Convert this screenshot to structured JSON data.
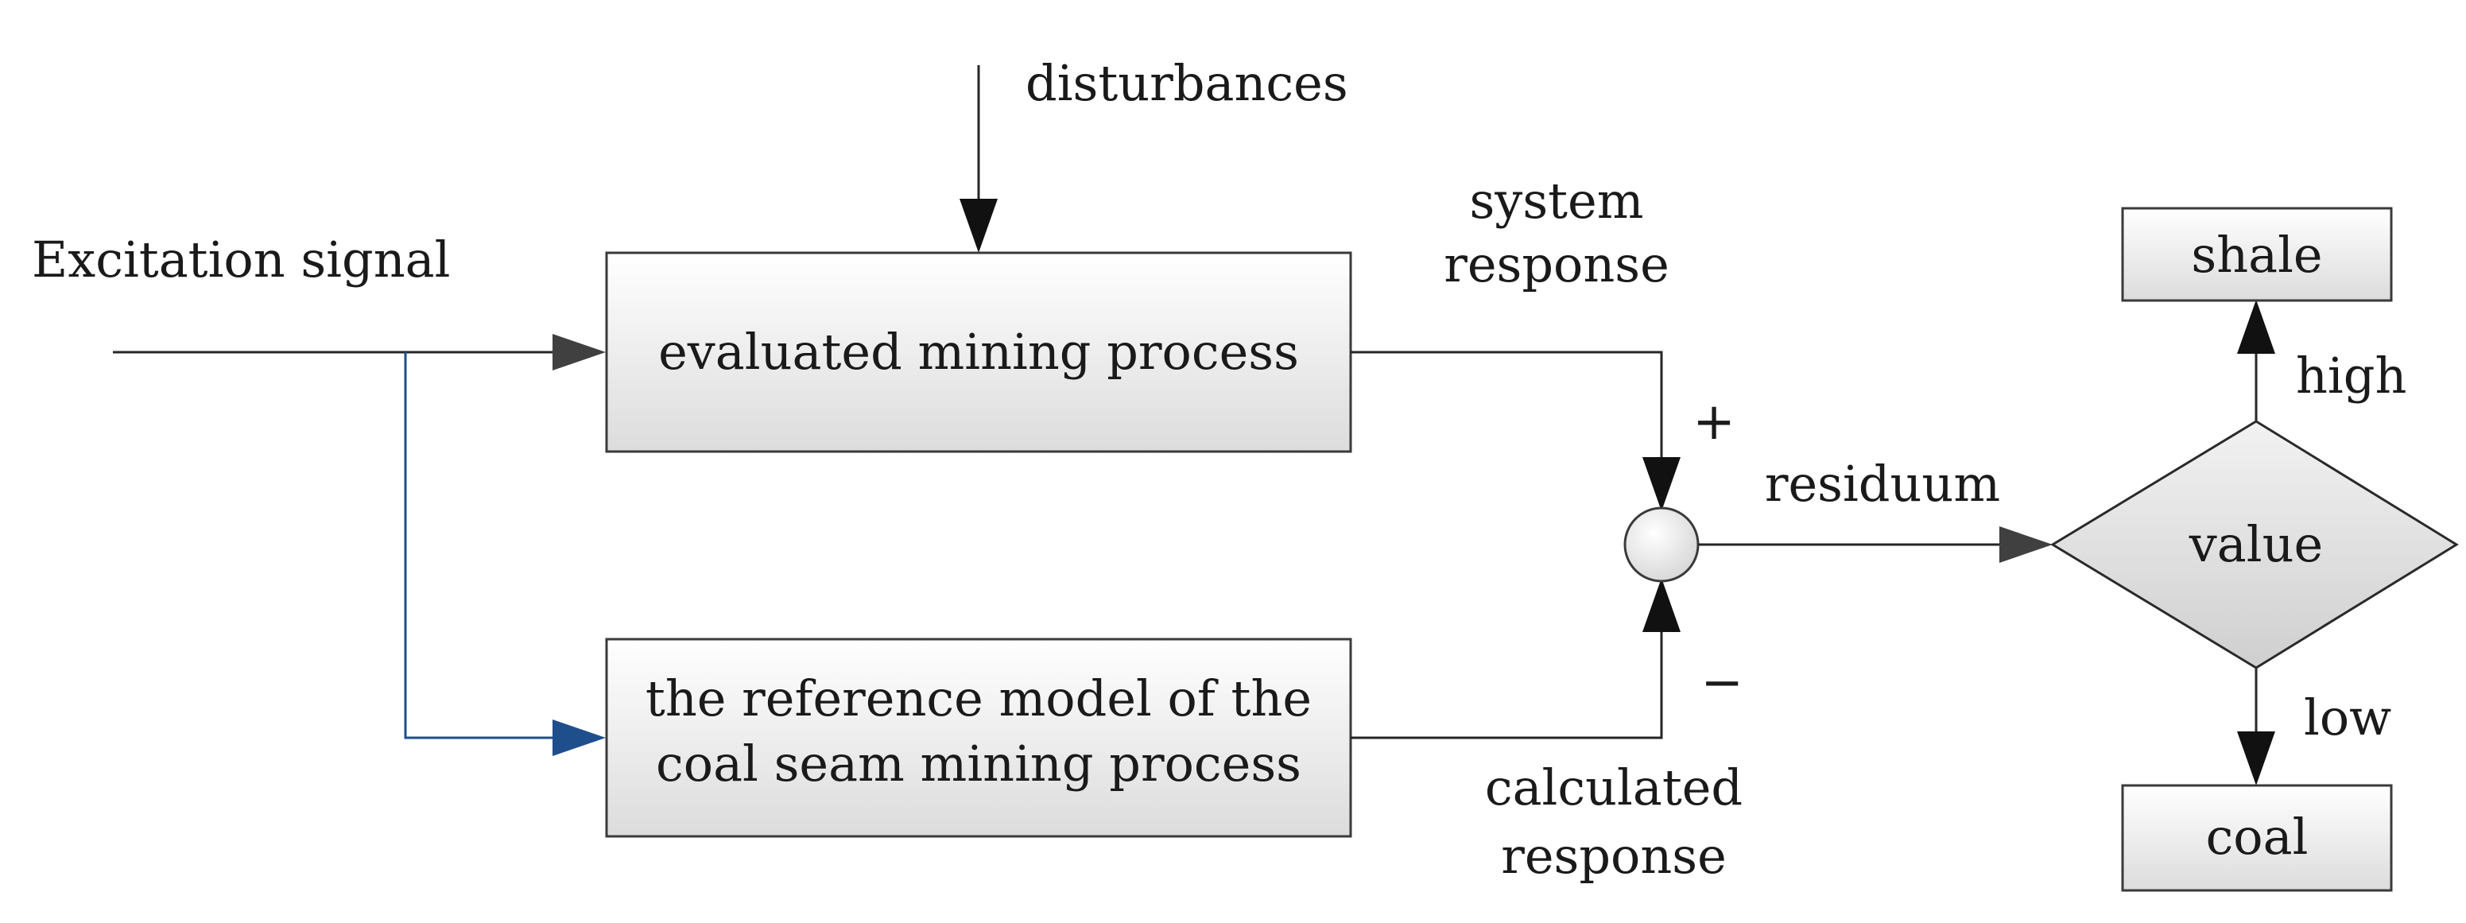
{
  "input": {
    "label": "Excitation signal"
  },
  "disturbance": {
    "label": "disturbances"
  },
  "blocks": {
    "process": "evaluated mining process",
    "model_line1": "the reference model of the",
    "model_line2": "coal seam mining process"
  },
  "signals": {
    "system_response_line1": "system",
    "system_response_line2": "response",
    "calculated_response_line1": "calculated",
    "calculated_response_line2": "response",
    "residuum": "residuum"
  },
  "summing": {
    "plus": "+",
    "minus": "−"
  },
  "decision": {
    "label": "value",
    "high": "high",
    "low": "low"
  },
  "outputs": {
    "shale": "shale",
    "coal": "coal"
  },
  "colors": {
    "line": "#262626",
    "model_path": "#1f4e8c",
    "box_fill_top": "#ffffff",
    "box_fill_bottom": "#dcdcdc"
  }
}
